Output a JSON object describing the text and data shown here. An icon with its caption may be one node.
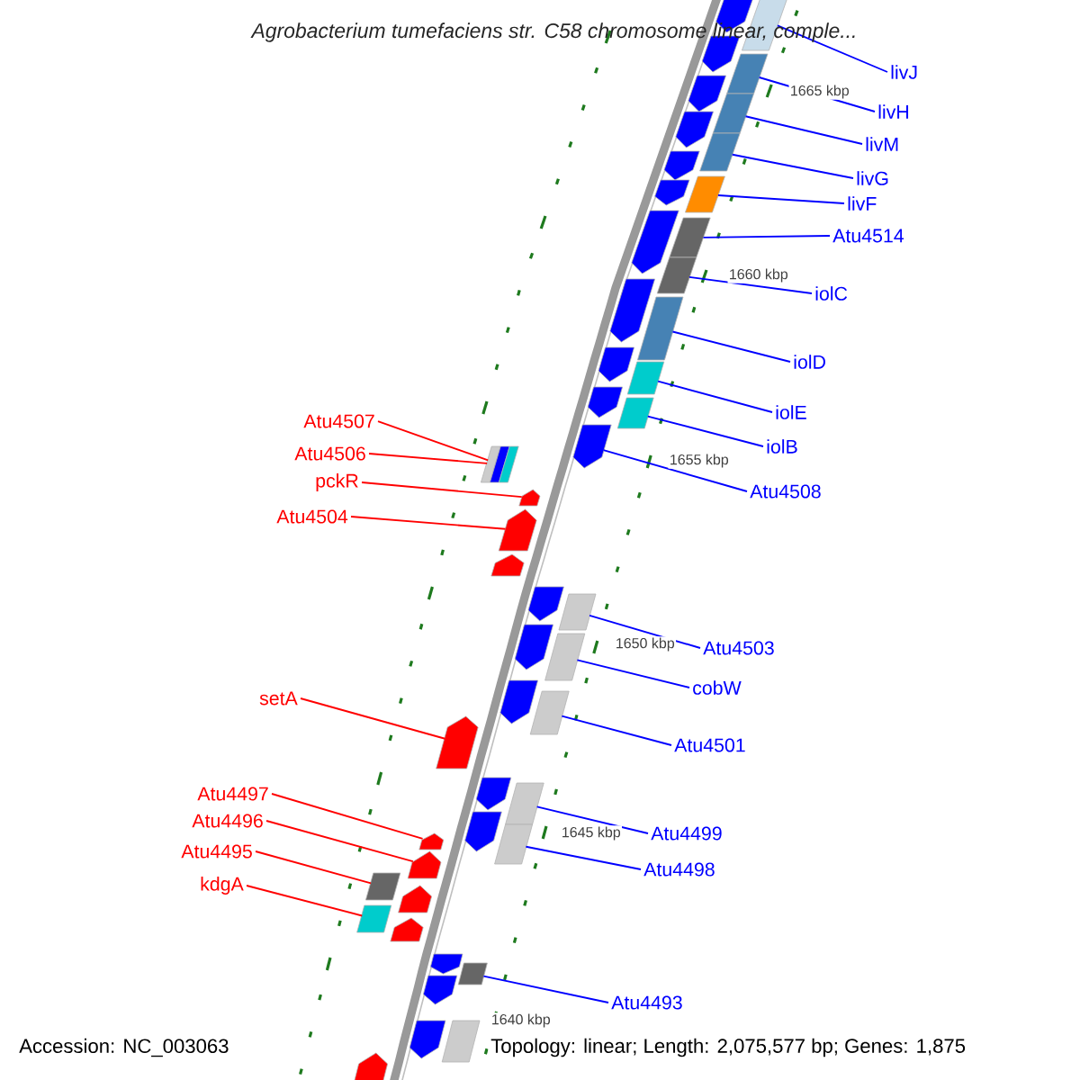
{
  "diagram": {
    "title": "*Agrobacterium tumefaciens* str. C58 chromosome linear, comple...",
    "nodes": [
      {
        "text": [
          "livJ"
        ]
      },
      {
        "text": [
          "livH"
        ]
      },
      {
        "text": [
          "livM"
        ]
      },
      {
        "text": [
          "livG"
        ]
      },
      {
        "text": [
          "livF"
        ]
      },
      {
        "text": [
          "Atu4514"
        ]
      },
      {
        "text": [
          "iolC"
        ]
      },
      {
        "text": [
          "iolD"
        ]
      },
      {
        "text": [
          "iolE"
        ]
      },
      {
        "text": [
          "Atu4507"
        ]
      },
      {
        "text": [
          "iolB"
        ]
      },
      {
        "text": [
          "Atu4506"
        ]
      },
      {
        "text": [
          "pckR"
        ]
      },
      {
        "text": [
          "Atu4508"
        ]
      },
      {
        "text": [
          "Atu4504"
        ]
      },
      {
        "text": [
          "Atu4503"
        ]
      },
      {
        "text": [
          "cobW"
        ]
      },
      {
        "text": [
          "setA"
        ]
      },
      {
        "text": [
          "Atu4501"
        ]
      },
      {
        "text": [
          "Atu4497"
        ]
      },
      {
        "text": [
          "Atu4496"
        ]
      },
      {
        "text": [
          "Atu4499"
        ]
      },
      {
        "text": [
          "Atu4495"
        ]
      },
      {
        "text": [
          "Atu4498"
        ]
      },
      {
        "text": [
          "kdgA"
        ]
      },
      {
        "text": [
          "Atu4493"
        ]
      },
      {
        "text": [],
        "shape": "box"
      },
      {
        "text": [],
        "shape": "box"
      },
      {
        "text": [],
        "shape": "box"
      },
      {
        "text": [],
        "shape": "box"
      },
      {
        "text": [],
        "shape": "box"
      },
      {
        "text": [],
        "shape": "box"
      },
      {
        "text": [],
        "shape": "box"
      },
      {
        "text": [],
        "shape": "box"
      },
      {
        "text": [],
        "shape": "box"
      },
      {
        "text": [],
        "shape": "box"
      },
      {
        "text": [],
        "shape": "pentagon"
      },
      {
        "text": [],
        "shape": "box"
      },
      {
        "text": [],
        "shape": "pentagon"
      },
      {
        "text": [],
        "shape": "pentagon"
      },
      {
        "text": [],
        "shape": "box"
      },
      {
        "text": [],
        "shape": "box"
      },
      {
        "text": [],
        "shape": "box"
      },
      {
        "text": [],
        "shape": "pentagon"
      },
      {
        "text": [],
        "shape": "box"
      },
      {
        "text": [],
        "shape": "box"
      },
      {
        "text": [],
        "shape": "pentagon"
      },
      {
        "text": [],
        "shape": "pentagon"
      },
      {
        "text": [],
        "shape": "box"
      },
      {
        "text": [],
        "shape": "box"
      },
      {
        "text": [],
        "shape": "box"
      },
      {
        "text": [],
        "shape": "pentagon"
      },
      {
        "text": [],
        "shape": "pentagon"
      },
      {
        "text": [],
        "shape": "pentagon"
      },
      {
        "text": [],
        "shape": "pentagon"
      },
      {
        "text": [],
        "shape": "pentagon"
      },
      {
        "text": [],
        "shape": "pentagon"
      },
      {
        "text": [],
        "shape": "pentagon"
      },
      {
        "text": [],
        "shape": "pentagon"
      },
      {
        "text": [],
        "shape": "pentagon"
      },
      {
        "text": [],
        "shape": "pentagon"
      },
      {
        "text": [],
        "shape": "pentagon"
      },
      {
        "text": [],
        "shape": "pentagon"
      },
      {
        "text": [],
        "shape": "pentagon"
      },
      {
        "text": [],
        "shape": "pentagon"
      },
      {
        "text": [],
        "shape": "pentagon"
      },
      {
        "text": [],
        "shape": "pentagon"
      },
      {
        "text": [],
        "shape": "pentagon"
      },
      {
        "text": [],
        "shape": "pentagon"
      },
      {
        "text": [],
        "shape": "box"
      },
      {
        "text": [],
        "shape": "pentagon"
      },
      {
        "text": [],
        "shape": "pentagon"
      },
      {
        "text": [],
        "shape": "pentagon"
      },
      {
        "text": [],
        "shape": "pentagon"
      }
    ],
    "edges": [
      {
        "from": 0,
        "to": 26,
        "arrow": "none"
      },
      {
        "from": 1,
        "to": 27,
        "arrow": "none"
      },
      {
        "from": 2,
        "to": 28,
        "arrow": "none"
      },
      {
        "from": 3,
        "to": 29,
        "arrow": "none"
      },
      {
        "from": 4,
        "to": 30,
        "arrow": "none"
      },
      {
        "from": 5,
        "to": 31,
        "arrow": "none"
      },
      {
        "from": 6,
        "to": 32,
        "arrow": "none"
      },
      {
        "from": 7,
        "to": 33,
        "arrow": "none"
      },
      {
        "from": 8,
        "to": 34,
        "arrow": "none"
      },
      {
        "from": 9,
        "to": 37,
        "arrow": "none",
        "color": "#ff0000"
      },
      {
        "from": 10,
        "to": 35,
        "arrow": "none"
      },
      {
        "from": 11,
        "to": 37,
        "arrow": "none",
        "color": "#ff0000"
      },
      {
        "from": 12,
        "to": 38,
        "arrow": "none",
        "color": "#ff0000"
      },
      {
        "from": 13,
        "to": 36,
        "arrow": "none"
      },
      {
        "from": 14,
        "to": 39,
        "arrow": "none",
        "color": "#ff0000"
      },
      {
        "from": 15,
        "to": 40,
        "arrow": "none"
      },
      {
        "from": 16,
        "to": 41,
        "arrow": "none"
      },
      {
        "from": 17,
        "to": 43,
        "arrow": "none",
        "color": "#ff0000"
      },
      {
        "from": 18,
        "to": 42,
        "arrow": "none"
      },
      {
        "from": 19,
        "to": 46,
        "arrow": "none",
        "color": "#ff0000"
      },
      {
        "from": 20,
        "to": 47,
        "arrow": "none",
        "color": "#ff0000"
      },
      {
        "from": 21,
        "to": 44,
        "arrow": "none"
      },
      {
        "from": 22,
        "to": 48,
        "arrow": "none",
        "color": "#ff0000"
      },
      {
        "from": 23,
        "to": 45,
        "arrow": "none"
      },
      {
        "from": 24,
        "to": 49,
        "arrow": "none",
        "color": "#ff0000"
      },
      {
        "from": 25,
        "to": 50,
        "arrow": "none"
      }
    ],
    "labels": [
      "1665 kbp",
      "1660 kbp",
      "1655 kbp",
      "1650 kbp",
      "1645 kbp",
      "1640 kbp",
      "Accession: NC_003063",
      "Topology: linear; Length: 2,075,577 bp; Genes: 1,875"
    ]
  }
}
